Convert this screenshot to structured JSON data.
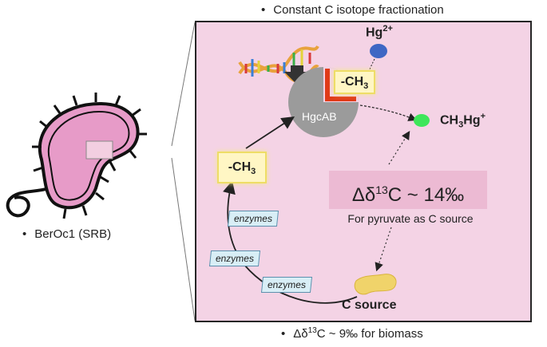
{
  "captions": {
    "top": "Constant C isotope fractionation",
    "bottom_prefix": "Δδ",
    "bottom_sup": "13",
    "bottom_suffix": "C ~ 9‰ for biomass",
    "organism": "BerOc1 (SRB)"
  },
  "labels": {
    "hg_base": "Hg",
    "hg_sup": "2+",
    "hgcab": "HgcAB",
    "methyl_prefix": "-CH",
    "methyl_sub": "3",
    "mehg_a": "CH",
    "mehg_sub": "3",
    "mehg_b": "Hg",
    "mehg_sup": "+",
    "c_source": "C source"
  },
  "fractionation": {
    "prefix": "Δδ",
    "sup": "13",
    "suffix": "C ~ 14‰",
    "note": "For pyruvate as C source"
  },
  "enzymes": [
    "enzymes",
    "enzymes",
    "enzymes"
  ],
  "colors": {
    "panel_bg": "#f4d3e5",
    "cell_fill": "#e79bc8",
    "hg_blue": "#3e67c4",
    "mehg_green": "#3ee65a",
    "hgcab_gray": "#9b9b9b",
    "methyl_box": "#fff6c4",
    "enzyme_tag": "#d8eef6"
  }
}
